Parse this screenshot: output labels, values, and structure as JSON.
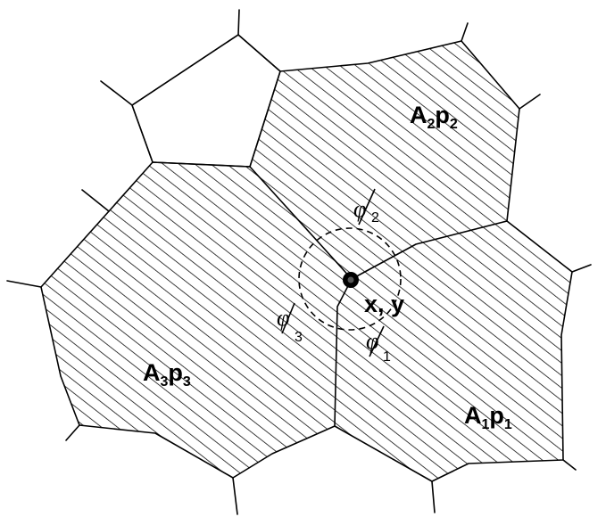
{
  "grains": [
    {
      "id": "grain-1",
      "letter": "A",
      "index": "1",
      "mid": "p",
      "index2": "1"
    },
    {
      "id": "grain-2",
      "letter": "A",
      "index": "2",
      "mid": "p",
      "index2": "2"
    },
    {
      "id": "grain-3",
      "letter": "A",
      "index": "3",
      "mid": "p",
      "index2": "3"
    }
  ],
  "angles": [
    {
      "id": "phi-1",
      "symbol": "φ",
      "index": "1"
    },
    {
      "id": "phi-2",
      "symbol": "φ",
      "index": "2"
    },
    {
      "id": "phi-3",
      "symbol": "φ",
      "index": "3"
    }
  ],
  "junction": {
    "label": "x, y"
  },
  "colors": {
    "line": "#000000",
    "background": "#ffffff"
  }
}
